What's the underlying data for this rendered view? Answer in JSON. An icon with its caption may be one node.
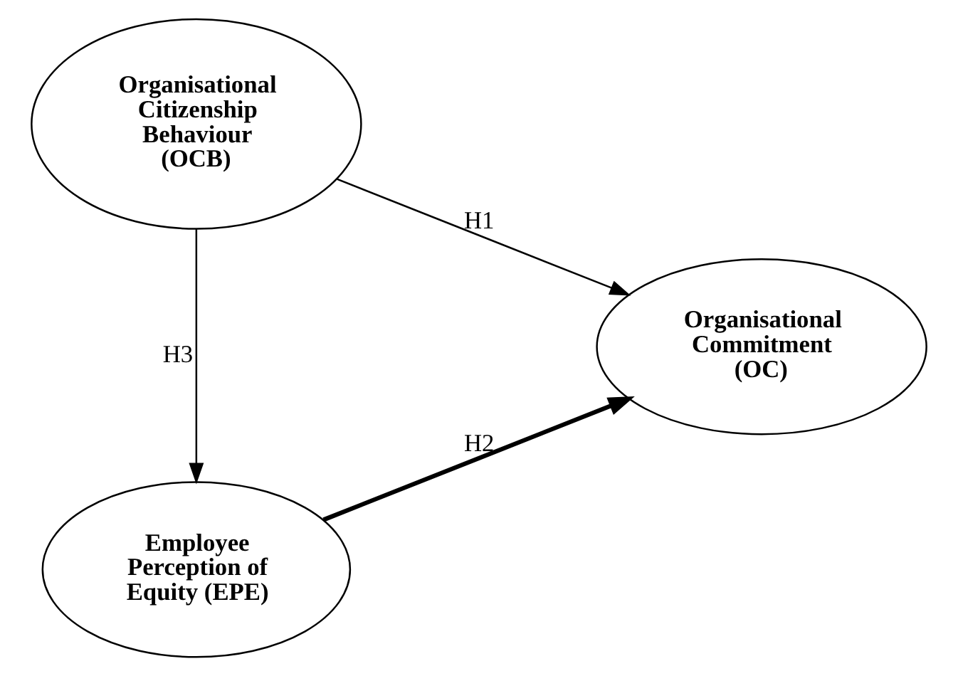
{
  "diagram": {
    "nodes": [
      {
        "text": [
          "Organisational Citizenship Behaviour (OCB)"
        ]
      },
      {
        "text": [
          "Employee Perception of Equity (EPE)"
        ]
      },
      {
        "text": [
          "Organisational Commitment (OC)"
        ]
      }
    ],
    "edges": [
      {
        "from": 0,
        "to": 2,
        "arrow": "to",
        "label": "H1"
      },
      {
        "from": 1,
        "to": 2,
        "arrow": "to",
        "label": "H2",
        "style": "thick"
      },
      {
        "from": 0,
        "to": 1,
        "arrow": "to",
        "label": "H3"
      }
    ]
  }
}
